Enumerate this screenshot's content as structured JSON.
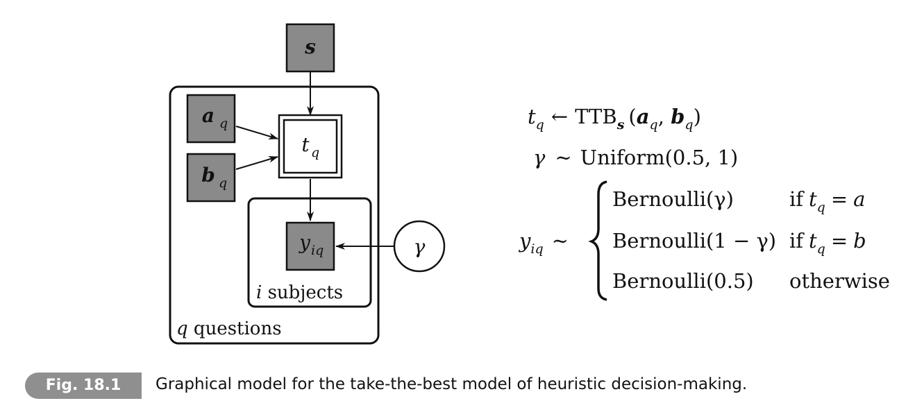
{
  "diagram": {
    "nodes": {
      "s": {
        "label": "s",
        "type": "observed-square"
      },
      "a_q": {
        "label": "a",
        "sub": "q",
        "type": "observed-square"
      },
      "b_q": {
        "label": "b",
        "sub": "q",
        "type": "observed-square"
      },
      "t_q": {
        "label": "t",
        "sub": "q",
        "type": "deterministic-double-square"
      },
      "y_iq": {
        "label": "y",
        "sub": "iq",
        "type": "observed-square"
      },
      "gamma": {
        "label": "γ",
        "type": "latent-circle"
      }
    },
    "plates": {
      "outer": {
        "index": "q",
        "word": "questions"
      },
      "inner": {
        "index": "i",
        "word": "subjects"
      }
    },
    "edges": [
      [
        "s",
        "t_q"
      ],
      [
        "a_q",
        "t_q"
      ],
      [
        "b_q",
        "t_q"
      ],
      [
        "t_q",
        "y_iq"
      ],
      [
        "gamma",
        "y_iq"
      ]
    ],
    "colors": {
      "observed_fill": "#8a8a8a",
      "stroke": "#111111"
    }
  },
  "equations": {
    "eq1": {
      "lhs": "t",
      "lhs_sub": "q",
      "op": "←",
      "rhs_name": "TTB",
      "rhs_name_sub": "s",
      "arg1": "a",
      "arg1_sub": "q",
      "arg2": "b",
      "arg2_sub": "q"
    },
    "eq2": {
      "lhs": "γ",
      "op": "∼",
      "rhs": "Uniform(0.5, 1)"
    },
    "eq3": {
      "lhs": "y",
      "lhs_sub": "iq",
      "op": "∼",
      "cases": [
        {
          "dist": "Bernoulli(γ)",
          "cond_prefix": "if",
          "cond_var": "t",
          "cond_sub": "q",
          "cond_rel": "=",
          "cond_val": "a"
        },
        {
          "dist": "Bernoulli(1 − γ)",
          "cond_prefix": "if",
          "cond_var": "t",
          "cond_sub": "q",
          "cond_rel": "=",
          "cond_val": "b"
        },
        {
          "dist": "Bernoulli(0.5)",
          "cond_text": "otherwise"
        }
      ]
    }
  },
  "caption": {
    "tag": "Fig. 18.1",
    "text": "Graphical model for the take-the-best model of heuristic decision-making."
  }
}
